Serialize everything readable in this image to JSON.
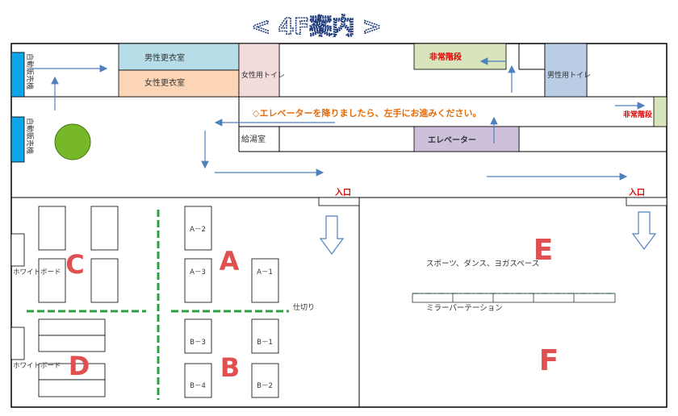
{
  "title": "< 4F案内 >",
  "rooms": {
    "vending_top": "自動販売機",
    "vending_bottom": "自動販売機",
    "men_changing": "男性更衣室",
    "women_changing": "女性更衣室",
    "women_toilet": "女性用トイレ",
    "emergency_stairs_top": "非常階段",
    "men_toilet": "男性用トイレ",
    "emergency_stairs_right": "非常階段",
    "kitchen": "給湯室",
    "elevator": "エレベーター"
  },
  "guidance": "◇エレベーターを降りましたら、左手にお進みください。",
  "entrances": {
    "left": "入口",
    "right": "入口"
  },
  "areas": {
    "a": "A",
    "b": "B",
    "c": "C",
    "d": "D",
    "e": "E",
    "f": "F"
  },
  "tables": {
    "a2": "A－2",
    "a3": "A－3",
    "a1": "A－1",
    "b3": "B－3",
    "b1": "B－1",
    "b4": "B－4",
    "b2": "B－2"
  },
  "whiteboard_c": "ホワイトボード",
  "whiteboard_d": "ホワイトボード",
  "partition": "仕切り",
  "space_e": "スポーツ、ダンス、ヨガスペース",
  "mirror_partition": "ミラーパーテーション",
  "colors": {
    "men_changing": "#b7dee8",
    "women_changing": "#fbd5b5",
    "women_toilet": "#f2dcdb",
    "emergency": "#d7e4bc",
    "men_toilet": "#b9cde5",
    "elevator": "#ccc0da",
    "vending": "#0ea5e9",
    "tree": "#76b82a",
    "area_letter": "#e05050",
    "guidance_text": "#e36c09",
    "emergency_text": "#e00000",
    "arrow": "#4f81bd",
    "partition": "#2ea043"
  }
}
